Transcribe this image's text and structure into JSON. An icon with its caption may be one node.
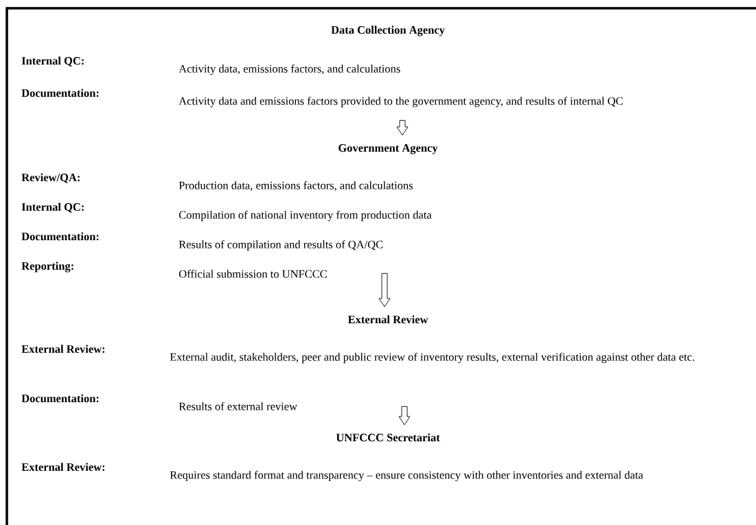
{
  "diagram": {
    "nodes": [
      {
        "text": [
          "Data Collection Agency",
          "Internal QC:",
          "Activity data, emissions factors, and calculations",
          "Documentation:",
          "Activity data and emissions factors provided to the government agency, and results of internal QC"
        ]
      },
      {
        "text": [
          "Government Agency",
          "Review/QA:",
          "Production data, emissions factors, and calculations",
          "Internal QC:",
          "Compilation of national inventory from production data",
          "Documentation:",
          "Results of compilation and results of QA/QC",
          "Reporting:",
          "Official submission to UNFCCC"
        ]
      },
      {
        "text": [
          "External Review",
          "External Review:",
          "External audit, stakeholders, peer and public review of inventory results, external verification against other data etc.",
          "Documentation:",
          "Results of external review"
        ]
      },
      {
        "text": [
          "UNFCCC Secretariat",
          "External Review:",
          "Requires standard format and transparency – ensure consistency with other inventories and external data"
        ]
      }
    ],
    "edges": [
      {
        "from": 0,
        "to": 1,
        "arrow": "to"
      },
      {
        "from": 1,
        "to": 2,
        "arrow": "to"
      },
      {
        "from": 2,
        "to": 3,
        "arrow": "to"
      }
    ]
  }
}
